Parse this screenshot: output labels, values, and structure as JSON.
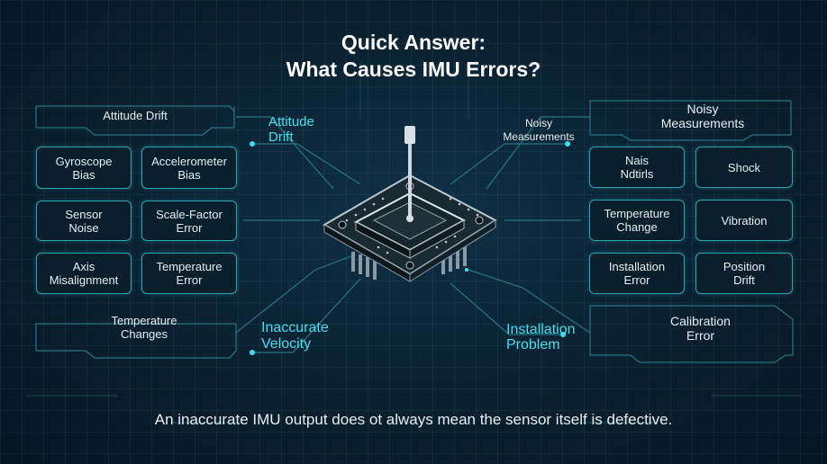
{
  "title": {
    "line1": "Quick Answer:",
    "line2": "What Causes IMU Errors?"
  },
  "left": {
    "top_label": "Attitude Drift",
    "boxes": [
      "Gyroscope\nBias",
      "Accelerometer\nBias",
      "Sensor\nNoise",
      "Scale-Factor\nError",
      "Axis\nMisalignment",
      "Temperature\nError"
    ],
    "bottom_label": "Temperature\nChanges"
  },
  "right": {
    "top_label": "Noisy\nMeasurements",
    "boxes": [
      "Nais\nNdtirls",
      "Shock",
      "Temperature\nChange",
      "Vibration",
      "Installation\nError",
      "Position\nDrift"
    ],
    "bottom_label": "Calibration\nError"
  },
  "center_labels": {
    "attitude_drift": "Attitude\nDrift",
    "noisy_measurements": "Noisy\nMeasurements",
    "inaccurate_velocity": "Inaccurate\nVelocity",
    "installation_problem": "Installation\nProblem"
  },
  "footer": "An inaccurate IMU output does ot always mean the sensor itself is defective.",
  "colors": {
    "background": "#0a2233",
    "accent": "#3fe0ee",
    "box_border": "#2fa3b3"
  }
}
